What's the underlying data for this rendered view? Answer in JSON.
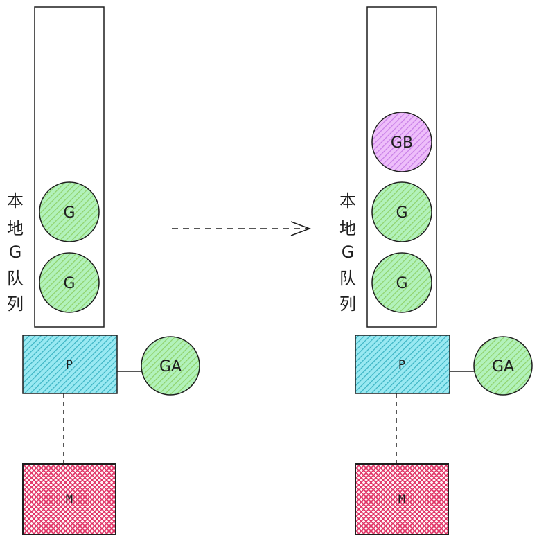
{
  "colors": {
    "stroke": "#1e1e1e",
    "g_fill": "#b2f2bb",
    "g_hatch": "#8fd16a",
    "gb_fill": "#eebefa",
    "gb_hatch": "#c77ee6",
    "p_fill": "#99e9f2",
    "p_hatch": "#3bb3c3",
    "m_fill": "#ffffff",
    "m_hatch": "#e03164"
  },
  "left": {
    "queue_label": [
      "本",
      "地",
      "G",
      "队",
      "列"
    ],
    "queue": [
      {
        "label": "G"
      },
      {
        "label": "G"
      }
    ],
    "p_label": "P",
    "ga_label": "GA",
    "m_label": "M"
  },
  "right": {
    "queue_label": [
      "本",
      "地",
      "G",
      "队",
      "列"
    ],
    "queue": [
      {
        "label": "GB"
      },
      {
        "label": "G"
      },
      {
        "label": "G"
      }
    ],
    "p_label": "P",
    "ga_label": "GA",
    "m_label": "M"
  },
  "arrow": {
    "style": "dashed"
  }
}
